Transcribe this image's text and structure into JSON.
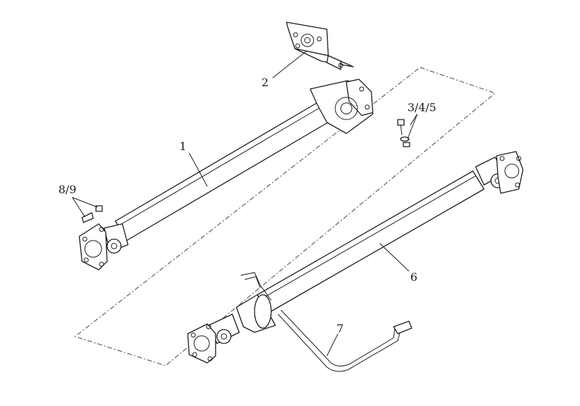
{
  "diagram": {
    "labels": {
      "shaft_front": "1",
      "bracket": "2",
      "fasteners_center": "3/4/5",
      "shaft_rear": "6",
      "support_arm": "7",
      "fasteners_end": "8/9"
    }
  }
}
